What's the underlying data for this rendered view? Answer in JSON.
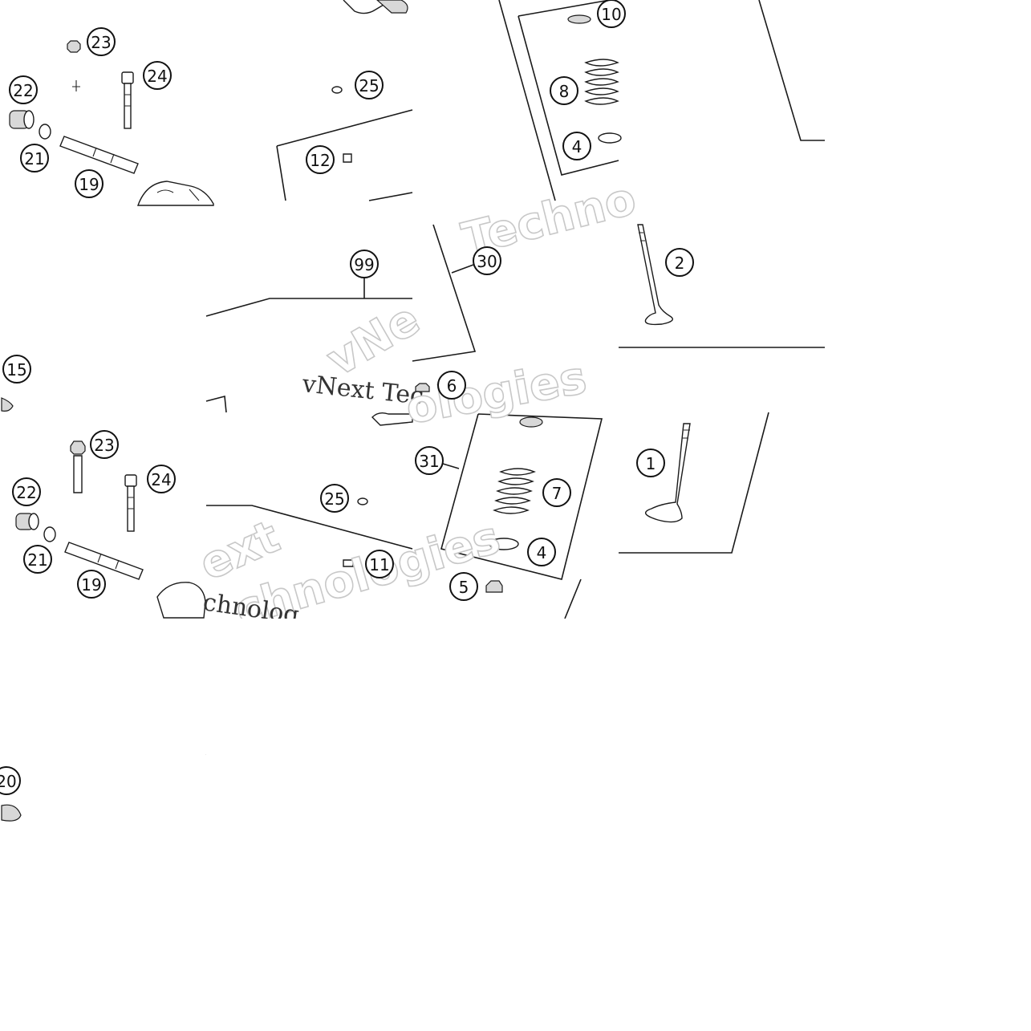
{
  "callouts": [
    {
      "id": "c23a",
      "label": "23"
    },
    {
      "id": "c24a",
      "label": "24"
    },
    {
      "id": "c22a",
      "label": "22"
    },
    {
      "id": "c21a",
      "label": "21"
    },
    {
      "id": "c19a",
      "label": "19"
    },
    {
      "id": "c25a",
      "label": "25"
    },
    {
      "id": "c12",
      "label": "12"
    },
    {
      "id": "c10",
      "label": "10"
    },
    {
      "id": "c8",
      "label": "8"
    },
    {
      "id": "c4a",
      "label": "4"
    },
    {
      "id": "c99",
      "label": "99"
    },
    {
      "id": "c30",
      "label": "30"
    },
    {
      "id": "c2",
      "label": "2"
    },
    {
      "id": "c15",
      "label": "15"
    },
    {
      "id": "c6",
      "label": "6"
    },
    {
      "id": "c23b",
      "label": "23"
    },
    {
      "id": "c24b",
      "label": "24"
    },
    {
      "id": "c22b",
      "label": "22"
    },
    {
      "id": "c21b",
      "label": "21"
    },
    {
      "id": "c19b",
      "label": "19"
    },
    {
      "id": "c25b",
      "label": "25"
    },
    {
      "id": "c11",
      "label": "11"
    },
    {
      "id": "c31",
      "label": "31"
    },
    {
      "id": "c7",
      "label": "7"
    },
    {
      "id": "c4b",
      "label": "4"
    },
    {
      "id": "c5",
      "label": "5"
    },
    {
      "id": "c1",
      "label": "1"
    },
    {
      "id": "c20",
      "label": "20"
    }
  ],
  "watermarks": {
    "techno": "Techno",
    "vnext_tec": "vNext Tec",
    "vne": "vNe",
    "ologies": "ologies",
    "ext": "ext",
    "chnologies": "chnologies",
    "chnolog": "chnolog"
  }
}
